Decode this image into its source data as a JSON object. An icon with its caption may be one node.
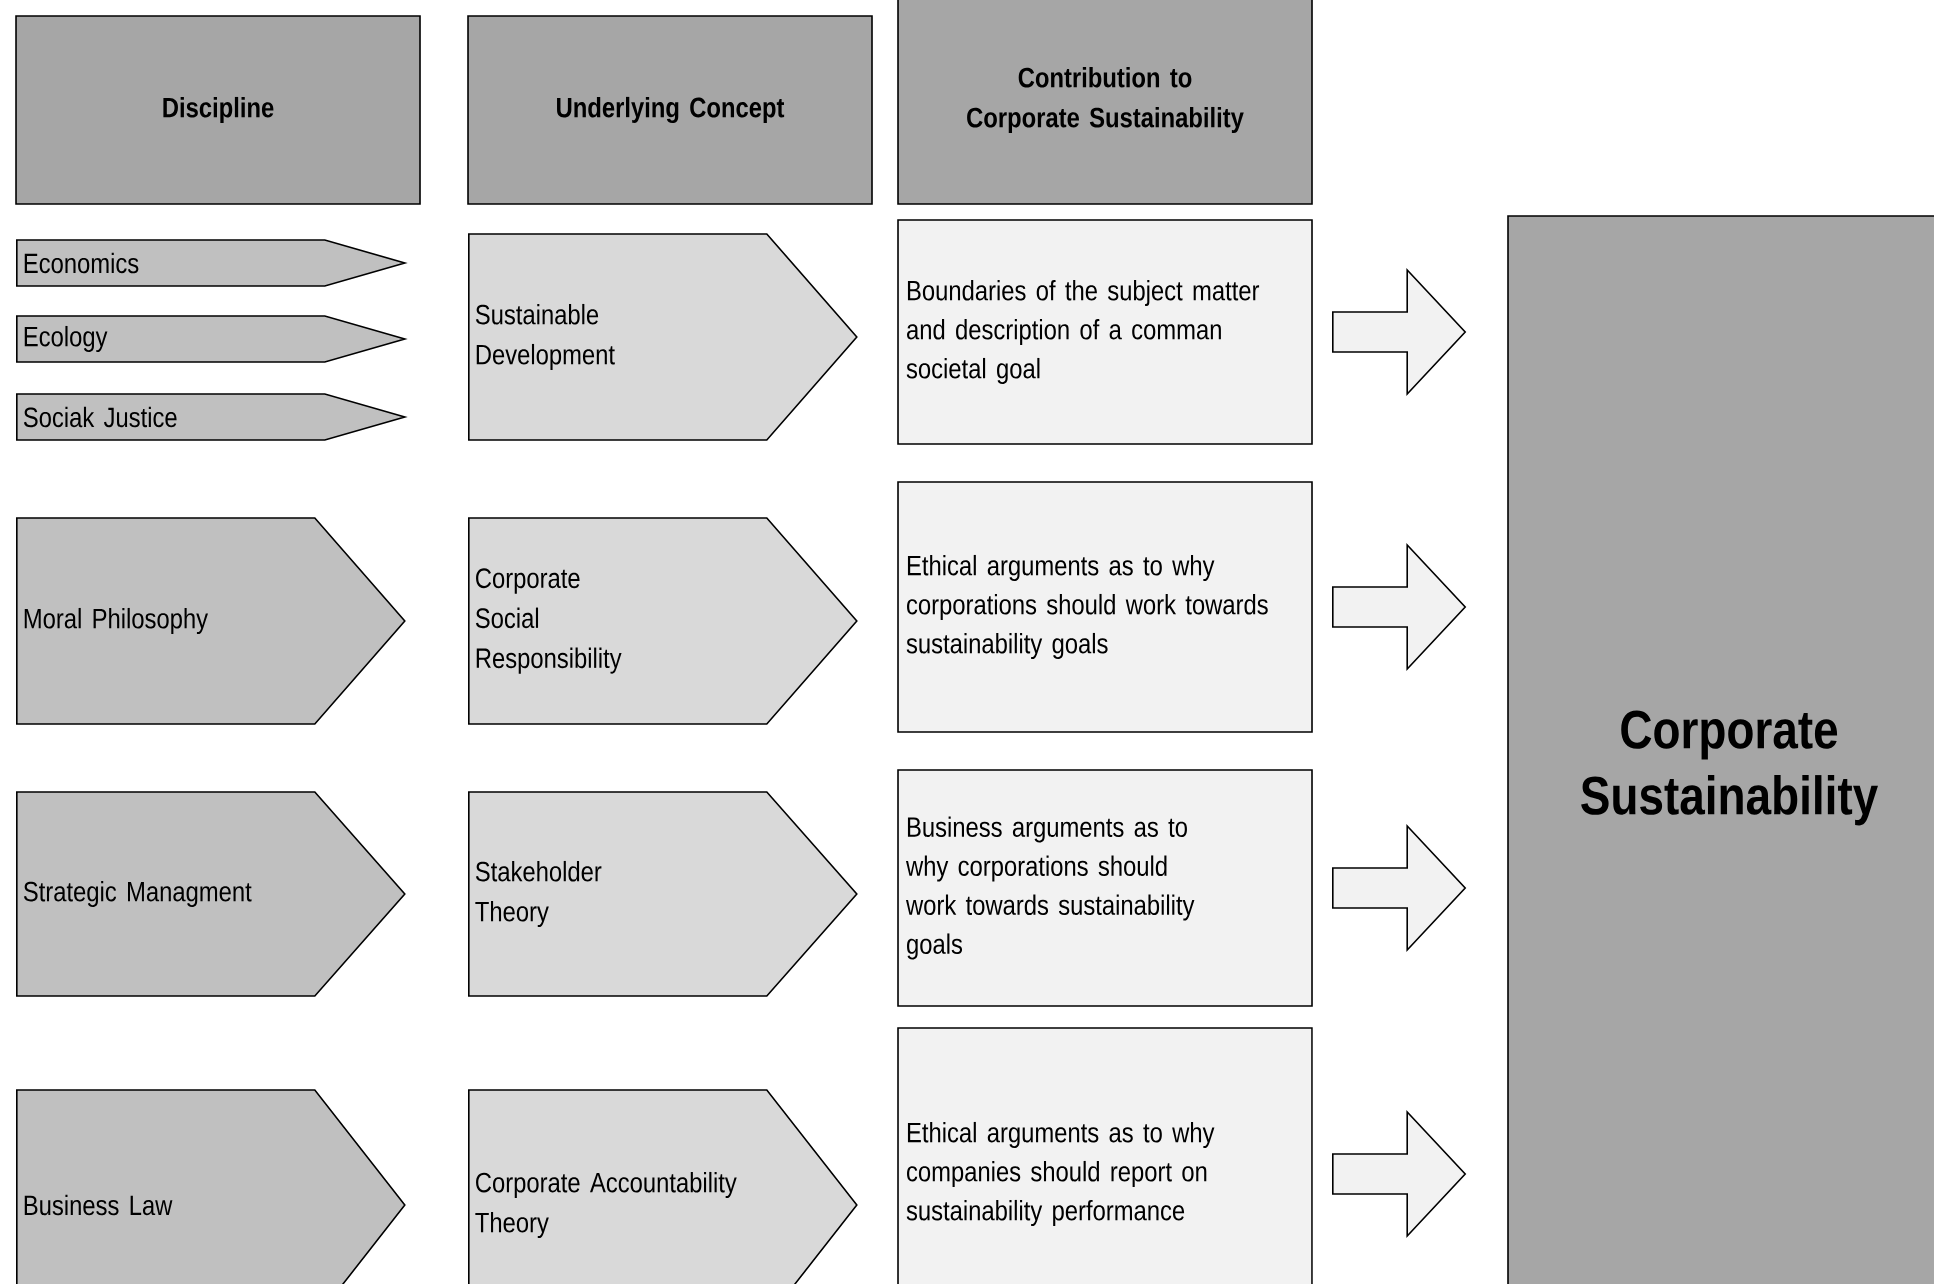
{
  "diagram": {
    "nodes": [
      {
        "text": [
          "Discipline"
        ]
      },
      {
        "text": [
          "Underlying Concept"
        ]
      },
      {
        "text": [
          "Contribution to Corporate Sustainability"
        ]
      },
      {
        "text": [
          "Economics"
        ]
      },
      {
        "text": [
          "Ecology"
        ]
      },
      {
        "text": [
          "Sociak Justice"
        ]
      },
      {
        "text": [
          "Sustainable Development"
        ]
      },
      {
        "text": [
          "Boundaries of the subject matter and description of a comman societal goal"
        ]
      },
      {
        "text": [
          "Moral Philosophy"
        ]
      },
      {
        "text": [
          "Corporate Social Responsibility"
        ]
      },
      {
        "text": [
          "Ethical arguments as to why corporations should work towards sustainability goals"
        ]
      },
      {
        "text": [
          "Strategic Managment"
        ]
      },
      {
        "text": [
          "Stakeholder Theory"
        ]
      },
      {
        "text": [
          "Business arguments as to why corporations should work towards sustainability goals"
        ]
      },
      {
        "text": [
          "Business Law"
        ]
      },
      {
        "text": [
          "Corporate Accountability Theory"
        ]
      },
      {
        "text": [
          "Ethical arguments as to why companies should report on sustainability performance"
        ]
      },
      {
        "text": [
          "Corporate Sustainability"
        ]
      }
    ],
    "edges": [
      {
        "from": 7,
        "to": 17,
        "arrow": "to"
      },
      {
        "from": 10,
        "to": 17,
        "arrow": "to"
      },
      {
        "from": 13,
        "to": 17,
        "arrow": "to"
      },
      {
        "from": 16,
        "to": 17,
        "arrow": "to"
      }
    ]
  }
}
